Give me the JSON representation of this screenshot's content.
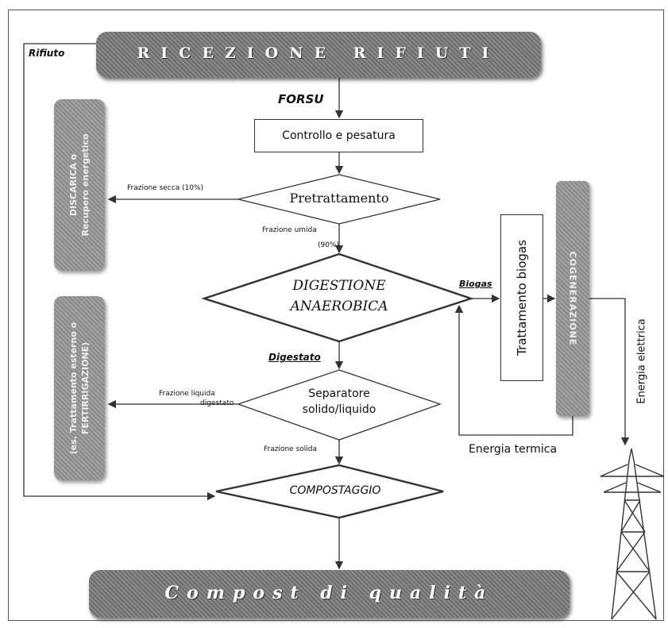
{
  "banner_top": "RICEZIONE RIFIUTI",
  "banner_bottom": "Compost di qualità",
  "left_panel_top": [
    "DISCARICA o",
    "Recupero energetico"
  ],
  "left_panel_bottom": [
    "(es. Trattamento esterno o",
    "FERTIRRIGAZIONE)"
  ],
  "cogeneration": "COGENERAZIONE",
  "boxes": {
    "control": "Controllo e pesatura",
    "biogas_treatment": "Trattamento biogas"
  },
  "diamonds": {
    "pretreatment": "Pretrattamento",
    "digestion_1": "DIGESTIONE",
    "digestion_2": "ANAEROBICA",
    "separator_1": "Separatore",
    "separator_2": "solido/liquido",
    "composting": "COMPOSTAGGIO"
  },
  "labels": {
    "rifiuto": "Rifiuto",
    "forsu": "FORSU",
    "dry_fraction": "Frazione secca (10%)",
    "wet_fraction_1": "Frazione umida",
    "wet_fraction_2": "(90%)",
    "biogas": "Biogas",
    "digestate": "Digestato",
    "liquid_fraction_1": "Frazione liquida",
    "liquid_fraction_2": "digestato",
    "solid_fraction": "Frazione solida",
    "thermal_energy": "Energia termica",
    "electric_energy": "Energia elettrica"
  },
  "pylon_icon": "power-pylon-icon"
}
